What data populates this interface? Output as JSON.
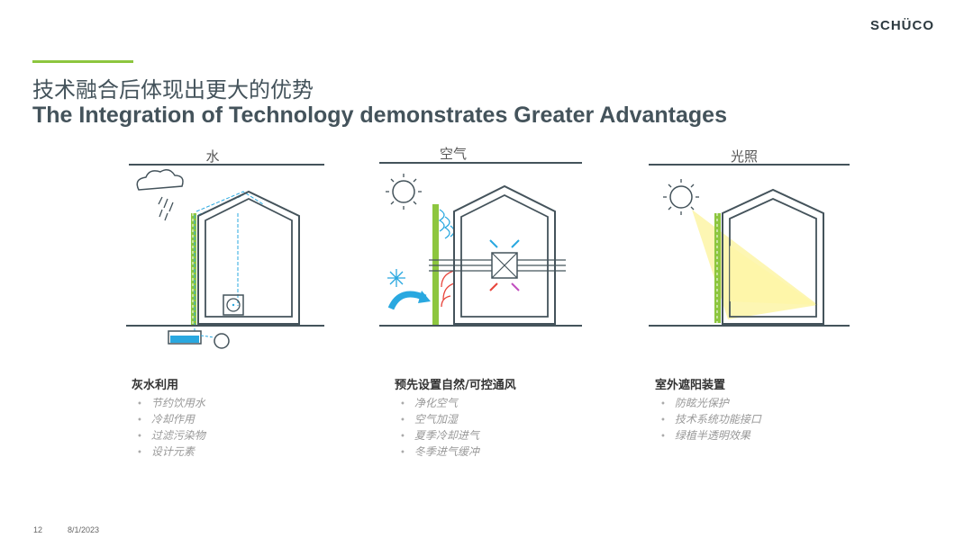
{
  "brand": {
    "logo": "SCHÜCO"
  },
  "title": {
    "chinese": "技术融合后体现出更大的优势",
    "english": "The Integration of Technology demonstrates Greater Advantages"
  },
  "colors": {
    "accent": "#8dc63f",
    "text": "#44535b",
    "water": "#29a8e0",
    "warm": "#e8453c",
    "light": "#fdf5a6"
  },
  "panels": [
    {
      "label": "水",
      "icons": [
        "rain-cloud-icon",
        "house-icon",
        "water-tank-icon",
        "pump-icon"
      ],
      "heading": "灰水利用",
      "items": [
        "节约饮用水",
        "冷却作用",
        "过滤污染物",
        "设计元素"
      ]
    },
    {
      "label": "空气",
      "icons": [
        "sun-icon",
        "snowflake-icon",
        "house-icon",
        "ventilation-fan-icon"
      ],
      "heading": "预先设置自然/可控通风",
      "items": [
        "净化空气",
        "空气加湿",
        "夏季冷却进气",
        "冬季进气缓冲"
      ]
    },
    {
      "label": "光照",
      "icons": [
        "sun-icon",
        "house-icon",
        "light-beam-icon"
      ],
      "heading": "室外遮阳装置",
      "items": [
        "防眩光保护",
        "技术系统功能接口",
        "绿植半透明效果"
      ]
    }
  ],
  "footer": {
    "page_number": "12",
    "date": "8/1/2023"
  }
}
